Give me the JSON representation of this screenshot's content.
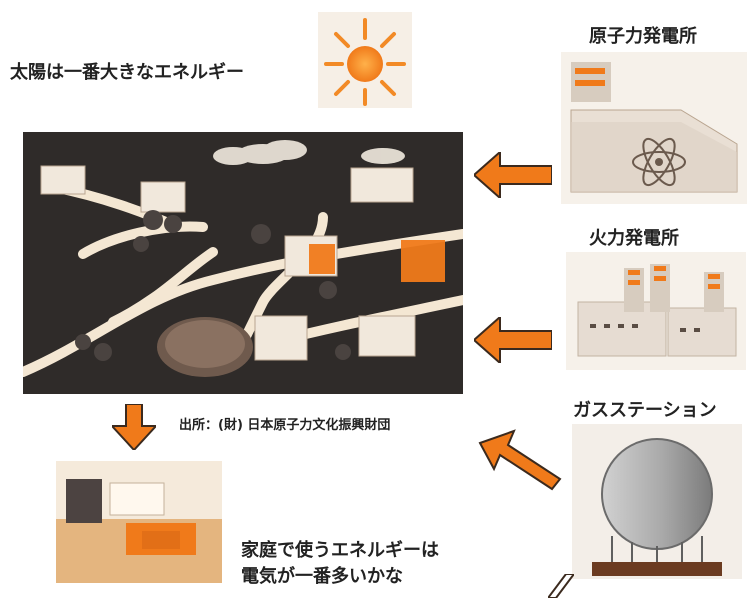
{
  "sun_caption": "太陽は一番大きなエネルギー",
  "plants": {
    "nuclear_label": "原子力発電所",
    "thermal_label": "火力発電所",
    "gas_label": "ガスステーション"
  },
  "city_source": "出所：(財) 日本原子力文化振興財団",
  "home_caption_line1": "家庭で使うエネルギーは",
  "home_caption_line2": "電気が一番多いかな",
  "colors": {
    "arrow_orange": "#f07a1a",
    "city_bg": "#2f2b29",
    "road": "#f4e7d3"
  }
}
